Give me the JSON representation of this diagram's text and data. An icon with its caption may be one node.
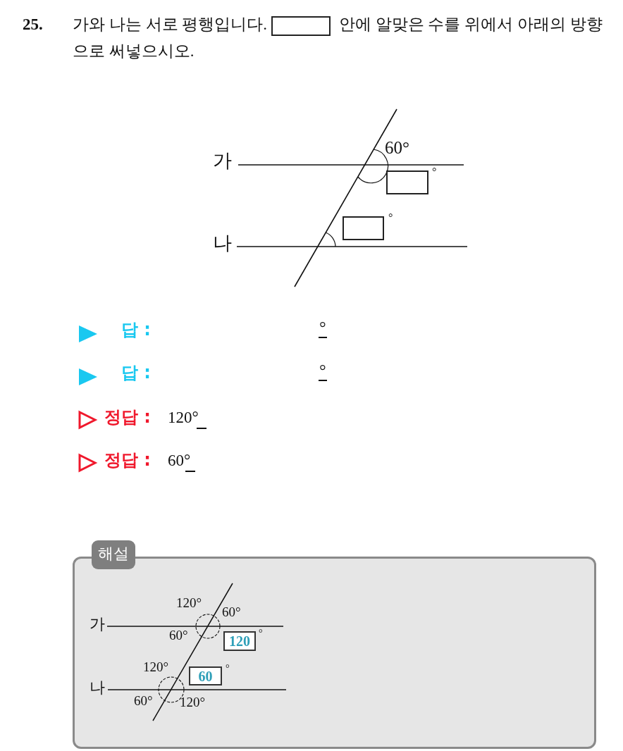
{
  "diagram": {
    "nodes": [
      {
        "text": [],
        "shape": "box"
      },
      {
        "text": [],
        "shape": "box",
        "beside": [
          "°"
        ]
      },
      {
        "text": [],
        "shape": "box",
        "beside": [
          "°"
        ]
      },
      {
        "text": [
          "해설"
        ]
      },
      {
        "text": [
          "120"
        ],
        "in": 3,
        "beside": [
          "°"
        ]
      },
      {
        "text": [
          "60"
        ],
        "in": 3,
        "beside": [
          "°"
        ]
      }
    ],
    "labels": [
      "25.",
      "가와 나는 서로 평행입니다.",
      "안에 알맞은 수를 위에서 아래의 방향으로 써넣으시오.",
      "가",
      "60°",
      "나",
      "답 :",
      "°",
      "답 :",
      "°",
      "정답 :",
      "120°",
      "정답 :",
      "60°",
      "120°",
      "60°",
      "가",
      "60°",
      "120°",
      "나",
      "60°",
      "120°"
    ]
  }
}
